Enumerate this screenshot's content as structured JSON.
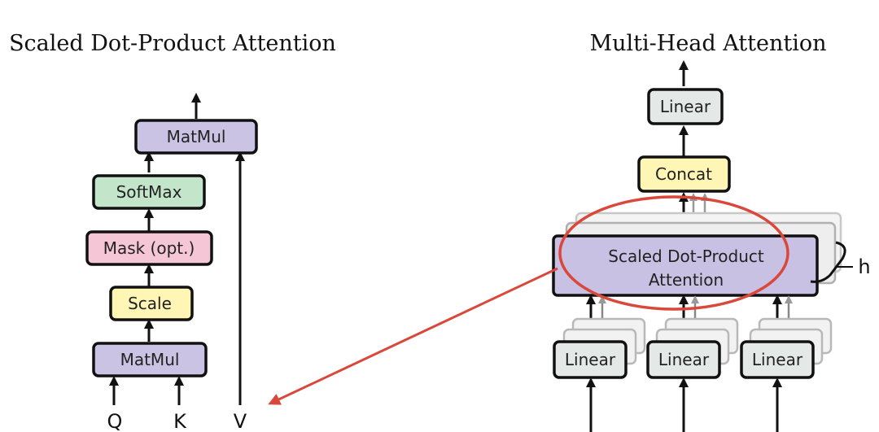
{
  "left_panel": {
    "title": "Scaled Dot-Product Attention",
    "boxes": {
      "matmul_top": "MatMul",
      "softmax": "SoftMax",
      "mask": "Mask (opt.)",
      "scale": "Scale",
      "matmul_bottom": "MatMul"
    },
    "inputs": {
      "q": "Q",
      "k": "K",
      "v": "V"
    }
  },
  "right_panel": {
    "title": "Multi-Head Attention",
    "boxes": {
      "linear_top": "Linear",
      "concat": "Concat",
      "attention_line1": "Scaled Dot-Product",
      "attention_line2": "Attention",
      "linear_1": "Linear",
      "linear_2": "Linear",
      "linear_3": "Linear"
    },
    "heads_label": "h"
  },
  "colors": {
    "matmul": "#cbc3e3",
    "softmax": "#c3e6cb",
    "mask": "#f5c6d6",
    "scale": "#fff5b5",
    "linear": "#e4e8e6",
    "concat": "#fff5b5",
    "attention": "#c9c1e4",
    "highlight": "#d9483b"
  }
}
